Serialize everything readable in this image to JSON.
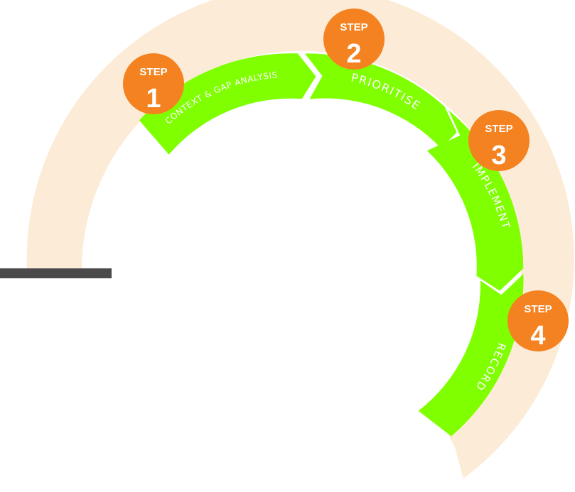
{
  "colors": {
    "ring": "#FCEBD6",
    "segment": "#7FFF00",
    "badge": "#F58220",
    "bar": "#4A4A4A",
    "text": "#FFFFFF"
  },
  "steps": [
    {
      "word": "STEP",
      "number": "1",
      "label": "CONTEXT & GAP ANALYSIS"
    },
    {
      "word": "STEP",
      "number": "2",
      "label": "PRIORITISE"
    },
    {
      "word": "STEP",
      "number": "3",
      "label": "IMPLEMENT"
    },
    {
      "word": "STEP",
      "number": "4",
      "label": "RECORD"
    }
  ]
}
